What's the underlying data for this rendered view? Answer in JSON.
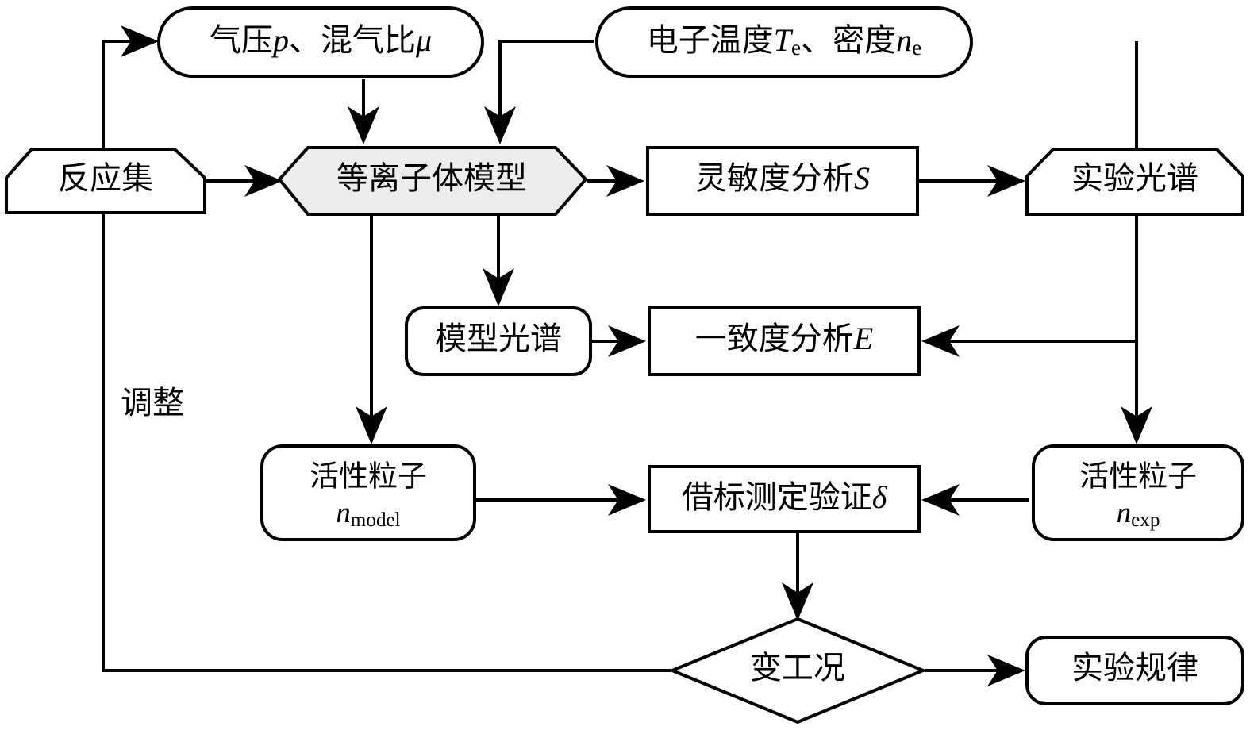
{
  "diagram": {
    "title": "Plasma model validation flowchart",
    "background_color": "#ffffff",
    "line_color": "#000000",
    "highlight_fill": "#ececec",
    "nodes": {
      "gas_params": {
        "label": "气压p、混气比μ",
        "shape": "stadium"
      },
      "electron_params": {
        "label": "电子温度Te、密度ne",
        "shape": "stadium"
      },
      "reaction_set": {
        "label": "反应集",
        "shape": "cut-top-corners"
      },
      "plasma_model": {
        "label": "等离子体模型",
        "shape": "octagon",
        "fill": "#ececec"
      },
      "sensitivity": {
        "label": "灵敏度分析S",
        "shape": "rect"
      },
      "exp_spectrum": {
        "label": "实验光谱",
        "shape": "cut-top-corners"
      },
      "model_spectrum": {
        "label": "模型光谱",
        "shape": "rounded-rect"
      },
      "consistency": {
        "label": "一致度分析E",
        "shape": "rect"
      },
      "active_particle_model": {
        "label_line1": "活性粒子",
        "label_line2": "nmodel",
        "shape": "rounded-rect"
      },
      "calibration": {
        "label": "借标测定验证δ",
        "shape": "rect"
      },
      "active_particle_exp": {
        "label_line1": "活性粒子",
        "label_line2": "nexp",
        "shape": "rounded-rect"
      },
      "condition_change": {
        "label": "变工况",
        "shape": "diamond"
      },
      "exp_law": {
        "label": "实验规律",
        "shape": "rounded-rect"
      }
    },
    "edge_labels": {
      "adjust": "调整"
    },
    "text_parts": {
      "gas_pressure": "气压",
      "p_symbol": "p",
      "separator_1": "、",
      "gas_ratio": "混气比",
      "mu_symbol": "μ",
      "electron_temp": "电子温度",
      "T_symbol": "T",
      "e_sub": "e",
      "separator_2": "、",
      "density": "密度",
      "n_symbol": "n",
      "e_sub2": "e",
      "sensitivity_text": "灵敏度分析",
      "S_symbol": "S",
      "consistency_text": "一致度分析",
      "E_symbol": "E",
      "calibration_text": "借标测定验证",
      "delta_symbol": "δ",
      "active_particle": "活性粒子",
      "n_model_n": "n",
      "n_model_sub": "model",
      "n_exp_n": "n",
      "n_exp_sub": "exp",
      "reaction_set_text": "反应集",
      "plasma_model_text": "等离子体模型",
      "exp_spectrum_text": "实验光谱",
      "model_spectrum_text": "模型光谱",
      "condition_text": "变工况",
      "exp_law_text": "实验规律",
      "adjust_text": "调整"
    }
  }
}
